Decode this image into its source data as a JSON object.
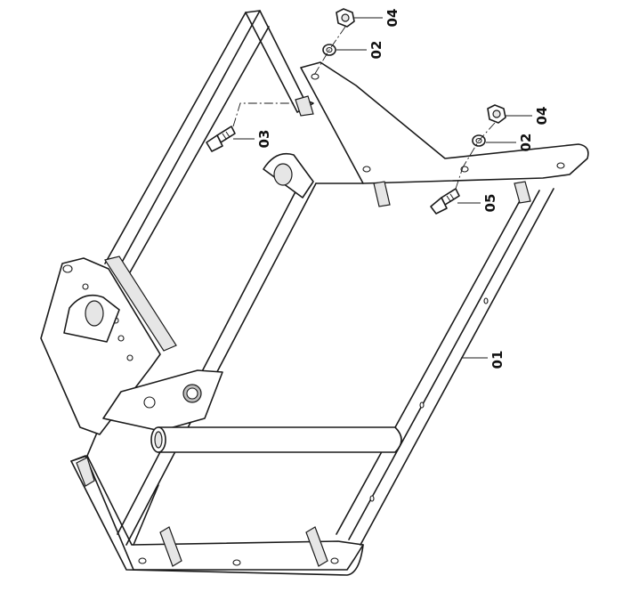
{
  "parts": {
    "p01": "01",
    "p02a": "02",
    "p02b": "02",
    "p03": "03",
    "p04a": "04",
    "p04b": "04",
    "p05": "05"
  }
}
